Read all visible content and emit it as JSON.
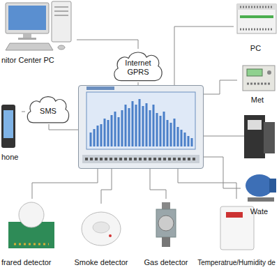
{
  "diagram": {
    "nodes": [
      {
        "text": [
          "nitor Center PC"
        ]
      },
      {
        "text": [
          "Internet GPRS"
        ]
      },
      {
        "text": [
          "PC"
        ]
      },
      {
        "text": [
          "SMS"
        ]
      },
      {
        "text": [
          "Met"
        ]
      },
      {
        "text": [
          "hone"
        ]
      },
      {
        "text": []
      },
      {
        "text": [
          "Wate"
        ]
      },
      {
        "text": [
          "frared detector"
        ]
      },
      {
        "text": [
          "Smoke detector"
        ]
      },
      {
        "text": [
          "Gas detector"
        ]
      },
      {
        "text": [
          "Temperatrue/Humidity de"
        ]
      }
    ],
    "edges": [
      {
        "from": 0,
        "to": 1,
        "arrow": "none"
      },
      {
        "from": 1,
        "to": 6,
        "arrow": "none"
      },
      {
        "from": 6,
        "to": 2,
        "arrow": "none"
      },
      {
        "from": 6,
        "to": 4,
        "arrow": "none"
      },
      {
        "from": 6,
        "to": 7,
        "arrow": "none"
      },
      {
        "from": 5,
        "to": 3,
        "arrow": "none"
      },
      {
        "from": 3,
        "to": 6,
        "arrow": "none"
      },
      {
        "from": 6,
        "to": 8,
        "arrow": "none"
      },
      {
        "from": 6,
        "to": 9,
        "arrow": "none"
      },
      {
        "from": 6,
        "to": 10,
        "arrow": "none"
      },
      {
        "from": 6,
        "to": 11,
        "arrow": "none"
      }
    ]
  }
}
